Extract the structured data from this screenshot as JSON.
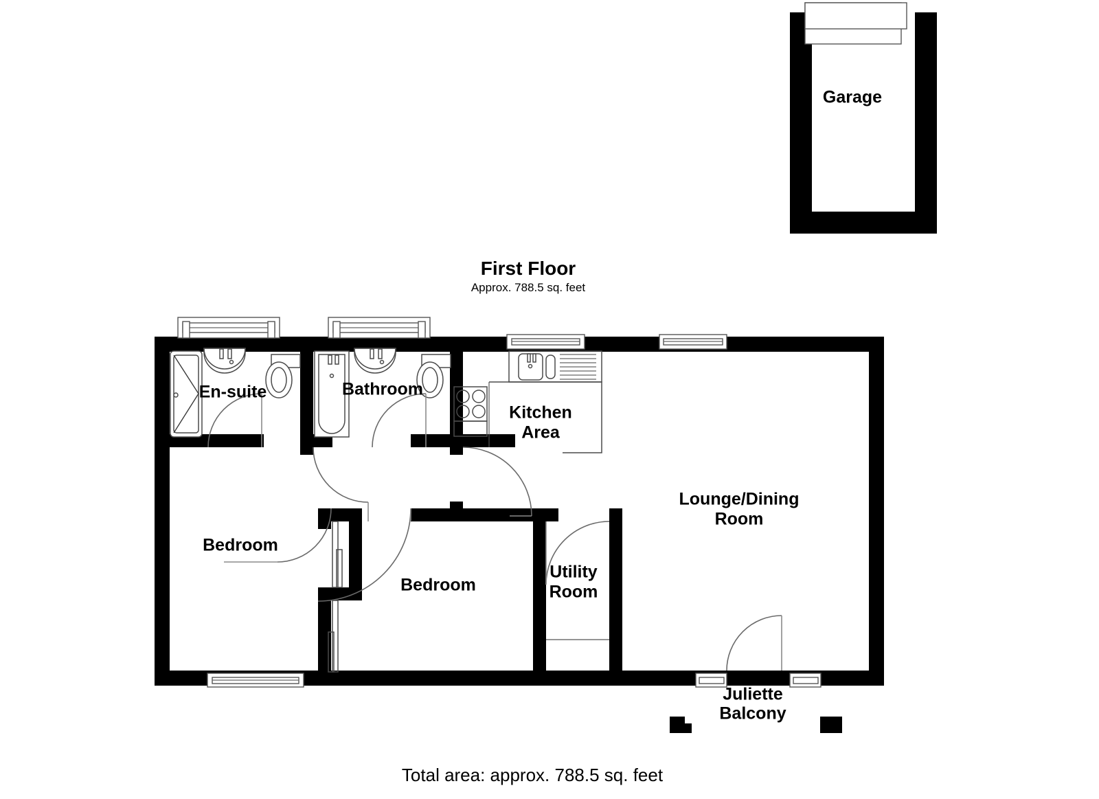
{
  "document": {
    "type": "floor-plan",
    "title": "First Floor",
    "subtitle": "Approx. 788.5 sq. feet",
    "footer": "Total area: approx. 788.5 sq. feet",
    "background_color": "#ffffff",
    "wall_color": "#000000",
    "text_color": "#000000"
  },
  "outbuilding": {
    "label": "Garage",
    "shape": "open-top-rectangle",
    "door_label": "garage-door"
  },
  "rooms": [
    {
      "id": "en-suite",
      "label": "En-suite",
      "label_lines": [
        "En-suite"
      ]
    },
    {
      "id": "bathroom",
      "label": "Bathroom",
      "label_lines": [
        "Bathroom"
      ]
    },
    {
      "id": "kitchen-area",
      "label": "Kitchen Area",
      "label_lines": [
        "Kitchen",
        "Area"
      ]
    },
    {
      "id": "lounge-dining-room",
      "label": "Lounge/Dining Room",
      "label_lines": [
        "Lounge/Dining",
        "Room"
      ]
    },
    {
      "id": "bedroom-1",
      "label": "Bedroom",
      "label_lines": [
        "Bedroom"
      ]
    },
    {
      "id": "bedroom-2",
      "label": "Bedroom",
      "label_lines": [
        "Bedroom"
      ]
    },
    {
      "id": "utility-room",
      "label": "Utility Room",
      "label_lines": [
        "Utility",
        "Room"
      ]
    },
    {
      "id": "juliette-balcony",
      "label": "Juliette Balcony",
      "label_lines": [
        "Juliette",
        "Balcony"
      ]
    }
  ],
  "labels": {
    "garage": "Garage",
    "ensuite": "En-suite",
    "bathroom": "Bathroom",
    "kitchen_line1": "Kitchen",
    "kitchen_line2": "Area",
    "lounge_line1": "Lounge/Dining",
    "lounge_line2": "Room",
    "bedroom_left": "Bedroom",
    "bedroom_mid": "Bedroom",
    "utility_line1": "Utility",
    "utility_line2": "Room",
    "balcony_line1": "Juliette",
    "balcony_line2": "Balcony"
  },
  "fixtures": [
    {
      "room": "en-suite",
      "name": "shower-enclosure"
    },
    {
      "room": "en-suite",
      "name": "wash-basin"
    },
    {
      "room": "en-suite",
      "name": "toilet"
    },
    {
      "room": "en-suite",
      "name": "window"
    },
    {
      "room": "bathroom",
      "name": "bathtub"
    },
    {
      "room": "bathroom",
      "name": "wash-basin"
    },
    {
      "room": "bathroom",
      "name": "toilet"
    },
    {
      "room": "bathroom",
      "name": "window"
    },
    {
      "room": "kitchen-area",
      "name": "sink-with-drainer"
    },
    {
      "room": "kitchen-area",
      "name": "hob-four-ring"
    },
    {
      "room": "kitchen-area",
      "name": "worktop"
    },
    {
      "room": "utility-room",
      "name": "worktop"
    },
    {
      "room": "bedroom-1",
      "name": "wardrobe"
    },
    {
      "room": "bedroom-2",
      "name": "wardrobe"
    }
  ],
  "openings": {
    "doors": 6,
    "windows": 6,
    "french_doors": 1
  }
}
